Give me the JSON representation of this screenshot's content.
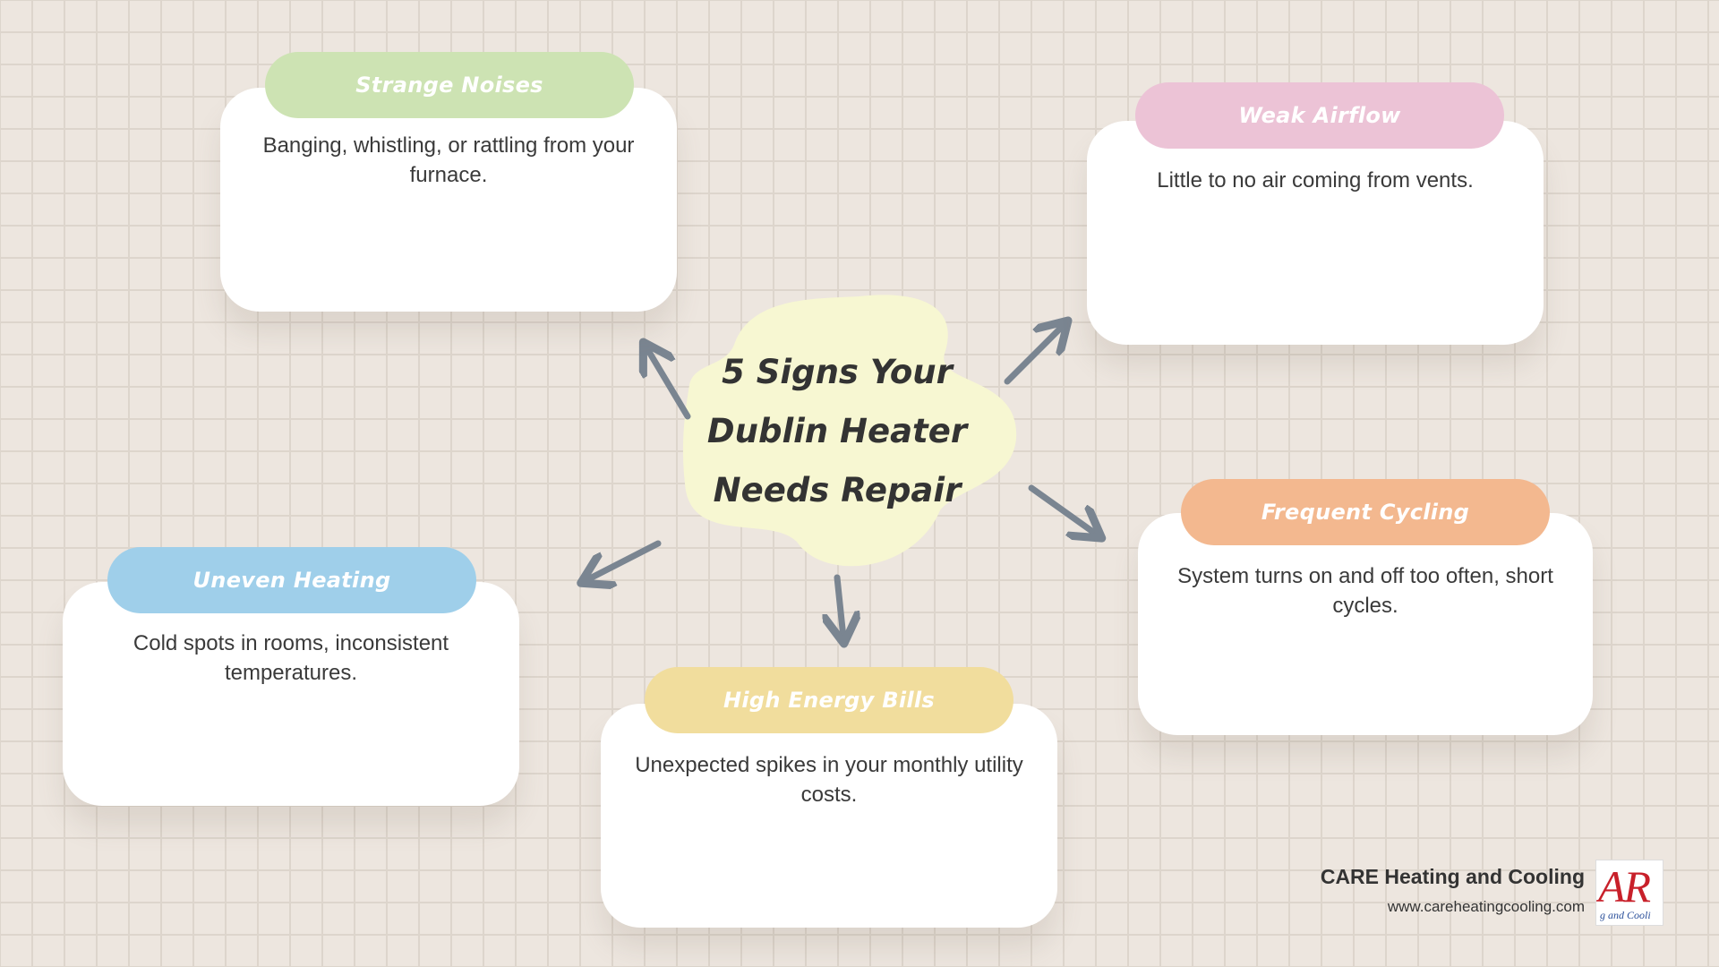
{
  "title": {
    "line1": "5 Signs Your",
    "line2": "Dublin Heater",
    "line3": "Needs Repair"
  },
  "signs": [
    {
      "heading": "Strange Noises",
      "text": "Banging, whistling, or rattling from your furnace.",
      "color": "#cde3b3"
    },
    {
      "heading": "Weak Airflow",
      "text": "Little to no air coming from vents.",
      "color": "#ecc3d6"
    },
    {
      "heading": "Frequent Cycling",
      "text": "System turns on and off too often, short cycles.",
      "color": "#f3b88f"
    },
    {
      "heading": "High Energy Bills",
      "text": "Unexpected spikes in your monthly utility costs.",
      "color": "#f1dd9d"
    },
    {
      "heading": "Uneven Heating",
      "text": "Cold spots in rooms, inconsistent temperatures.",
      "color": "#9fcfea"
    }
  ],
  "brand": {
    "name": "CARE Heating and Cooling",
    "url": "www.careheatingcooling.com",
    "logo_letters": "AR",
    "logo_tagline": "g and Cooli"
  },
  "colors": {
    "background": "#ede6df",
    "center_blob": "#f7f7d2",
    "arrow": "#7a8591"
  }
}
